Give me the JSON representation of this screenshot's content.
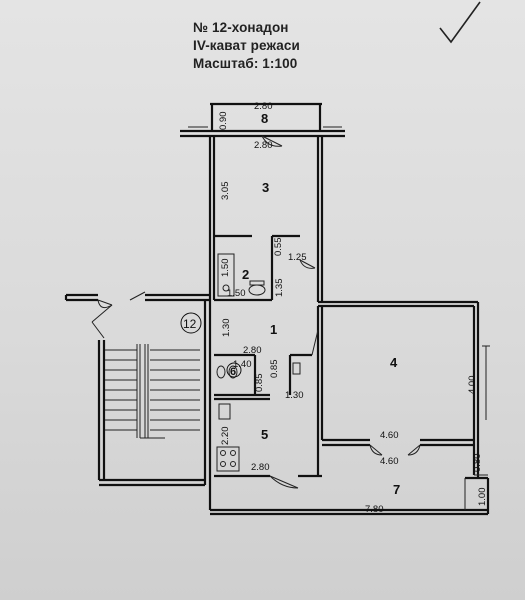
{
  "header": {
    "apartment": "№ 12-хонадон",
    "floor": "IV-кават режаси",
    "scale": "Масштаб: 1:100"
  },
  "apartment_tag": "12",
  "rooms": {
    "r1": "1",
    "r2": "2",
    "r3": "3",
    "r4": "4",
    "r5": "5",
    "r6": "6",
    "r7": "7",
    "r8": "8"
  },
  "dimensions": {
    "d_top_width": "2.80",
    "d_balcony_depth": "0.90",
    "d_r8_bottom": "2.80",
    "d_r3_height": "3.05",
    "d_r2_055": "0.55",
    "d_r2_125": "1.25",
    "d_r2_150_v": "1.50",
    "d_r2_150_h": "1.50",
    "d_r2_135": "1.35",
    "d_hall_130_v": "1.30",
    "d_hall_280": "2.80",
    "d_r6_140": "1.40",
    "d_r6_085a": "0.85",
    "d_r6_085b": "0.85",
    "d_hall_130_h": "1.30",
    "d_r4_400": "4.00",
    "d_r5_220": "2.20",
    "d_r5_280": "2.80",
    "d_r4_460a": "4.60",
    "d_r4_460b": "4.60",
    "d_r7_080": "0.80",
    "d_r7_100": "1.00",
    "d_r7_780": "7.80"
  }
}
